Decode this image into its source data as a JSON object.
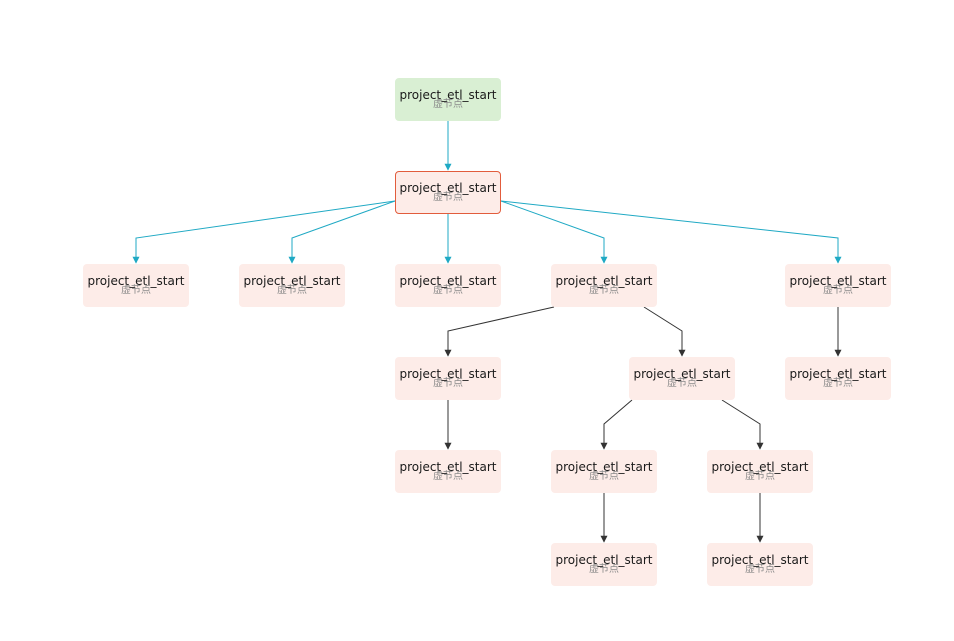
{
  "diagram": {
    "nodes": [
      {
        "id": "n0",
        "title": "project_etl_start",
        "subtitle": "虚节点",
        "style": "root"
      },
      {
        "id": "n1",
        "title": "project_etl_start",
        "subtitle": "虚节点",
        "style": "selected"
      },
      {
        "id": "n2",
        "title": "project_etl_start",
        "subtitle": "虚节点",
        "style": "normal"
      },
      {
        "id": "n3",
        "title": "project_etl_start",
        "subtitle": "虚节点",
        "style": "normal"
      },
      {
        "id": "n4",
        "title": "project_etl_start",
        "subtitle": "虚节点",
        "style": "normal"
      },
      {
        "id": "n5",
        "title": "project_etl_start",
        "subtitle": "虚节点",
        "style": "normal"
      },
      {
        "id": "n6",
        "title": "project_etl_start",
        "subtitle": "虚节点",
        "style": "normal"
      },
      {
        "id": "n7",
        "title": "project_etl_start",
        "subtitle": "虚节点",
        "style": "normal"
      },
      {
        "id": "n8",
        "title": "project_etl_start",
        "subtitle": "虚节点",
        "style": "normal"
      },
      {
        "id": "n9",
        "title": "project_etl_start",
        "subtitle": "虚节点",
        "style": "normal"
      },
      {
        "id": "n10",
        "title": "project_etl_start",
        "subtitle": "虚节点",
        "style": "normal"
      },
      {
        "id": "n11",
        "title": "project_etl_start",
        "subtitle": "虚节点",
        "style": "normal"
      },
      {
        "id": "n12",
        "title": "project_etl_start",
        "subtitle": "虚节点",
        "style": "normal"
      },
      {
        "id": "n13",
        "title": "project_etl_start",
        "subtitle": "虚节点",
        "style": "normal"
      },
      {
        "id": "n14",
        "title": "project_etl_start",
        "subtitle": "虚节点",
        "style": "normal"
      }
    ],
    "edges": [
      {
        "from": "n0",
        "to": "n1",
        "highlight": true
      },
      {
        "from": "n1",
        "to": "n2",
        "highlight": true
      },
      {
        "from": "n1",
        "to": "n3",
        "highlight": true
      },
      {
        "from": "n1",
        "to": "n4",
        "highlight": true
      },
      {
        "from": "n1",
        "to": "n5",
        "highlight": true
      },
      {
        "from": "n1",
        "to": "n6",
        "highlight": true
      },
      {
        "from": "n5",
        "to": "n7",
        "highlight": false
      },
      {
        "from": "n5",
        "to": "n8",
        "highlight": false
      },
      {
        "from": "n6",
        "to": "n9",
        "highlight": false
      },
      {
        "from": "n7",
        "to": "n10",
        "highlight": false
      },
      {
        "from": "n8",
        "to": "n11",
        "highlight": false
      },
      {
        "from": "n8",
        "to": "n12",
        "highlight": false
      },
      {
        "from": "n11",
        "to": "n13",
        "highlight": false
      },
      {
        "from": "n12",
        "to": "n14",
        "highlight": false
      }
    ],
    "colors": {
      "highlight_edge": "#1fa9c4",
      "normal_edge": "#333333",
      "node_fill": "#fdece8",
      "root_fill": "#d9efd3",
      "selected_border": "#e25c3c"
    }
  }
}
